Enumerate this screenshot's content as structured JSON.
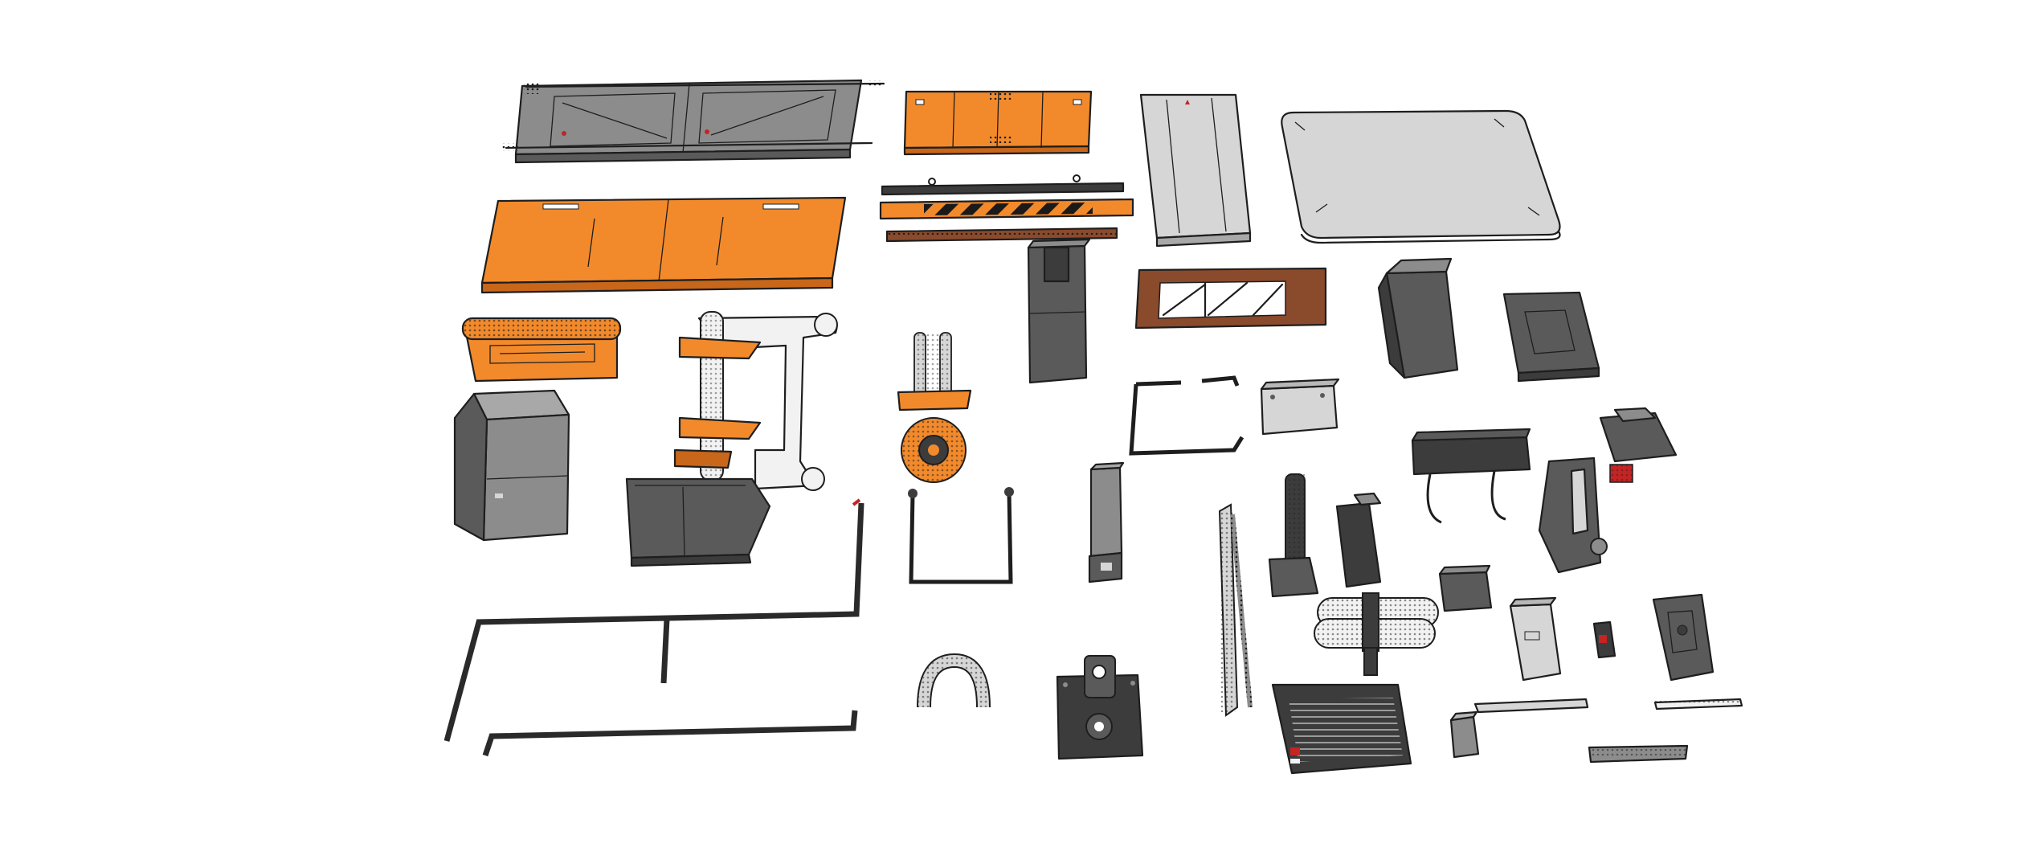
{
  "scene": {
    "kind": "3d-model-parts-sheet",
    "style": "sketchy-outline-render",
    "background": "#ffffff",
    "palette": {
      "orange": "#f28a2c",
      "orange_dark": "#c8661a",
      "gray": "#8c8c8c",
      "gray_dark": "#5a5a5a",
      "gray_light": "#d6d6d6",
      "charcoal": "#3c3c3c",
      "brown": "#8a4a2c",
      "white_part": "#f2f2f2",
      "hazard_stripe": "#1a1a1a",
      "accent_red": "#c42424",
      "outline": "#1e1e1e"
    },
    "parts": [
      {
        "name": "gray-stretcher-board",
        "color": "gray"
      },
      {
        "name": "orange-folding-board",
        "color": "orange"
      },
      {
        "name": "light-gray-tray",
        "color": "gray_light"
      },
      {
        "name": "light-gray-rounded-plate",
        "color": "gray_light"
      },
      {
        "name": "orange-large-board",
        "color": "orange"
      },
      {
        "name": "hazard-stripe-bar",
        "color": "orange"
      },
      {
        "name": "brown-rail",
        "color": "brown"
      },
      {
        "name": "orange-roll-case",
        "color": "orange"
      },
      {
        "name": "gray-storage-box",
        "color": "gray"
      },
      {
        "name": "orange-articulated-arm",
        "color": "orange"
      },
      {
        "name": "gray-hopper-base",
        "color": "gray_dark"
      },
      {
        "name": "gray-tall-cabinet",
        "color": "gray"
      },
      {
        "name": "brown-truss-frame",
        "color": "brown"
      },
      {
        "name": "gray-small-box",
        "color": "gray"
      },
      {
        "name": "gray-battery-pack",
        "color": "gray_dark"
      },
      {
        "name": "orange-gear-assembly",
        "color": "orange"
      },
      {
        "name": "black-wire-loop",
        "color": "charcoal"
      },
      {
        "name": "gray-column-piece",
        "color": "gray"
      },
      {
        "name": "gray-junction-box",
        "color": "gray_light"
      },
      {
        "name": "charcoal-battery-long",
        "color": "charcoal"
      },
      {
        "name": "gray-robot-arm",
        "color": "gray"
      },
      {
        "name": "black-pipe-frame",
        "color": "charcoal"
      },
      {
        "name": "flexible-hose-u",
        "color": "gray_light"
      },
      {
        "name": "charcoal-mount-plate",
        "color": "charcoal"
      },
      {
        "name": "coiled-spring-post",
        "color": "gray"
      },
      {
        "name": "charcoal-bracket",
        "color": "charcoal"
      },
      {
        "name": "twin-cylinder-tank",
        "color": "gray_light"
      },
      {
        "name": "charcoal-heat-sink-panel",
        "color": "charcoal"
      },
      {
        "name": "gray-small-block",
        "color": "gray"
      },
      {
        "name": "gray-slim-rail",
        "color": "gray_light"
      }
    ]
  }
}
